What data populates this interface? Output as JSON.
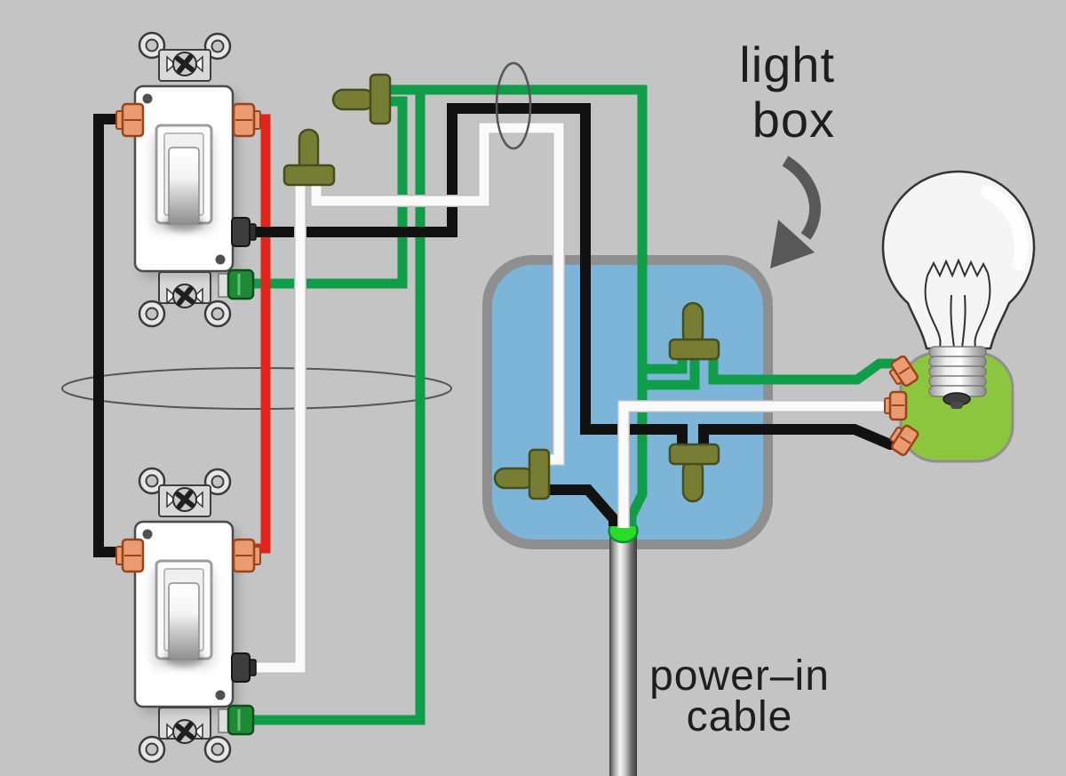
{
  "labels": {
    "light_box": {
      "line1": "light",
      "line2": "box"
    },
    "power_in_cable": {
      "line1": "power–in",
      "line2": "cable"
    }
  },
  "colors": {
    "background": "#c4c4c4",
    "wire_green": "#0f9d4a",
    "wire_red": "#e3241b",
    "wire_black": "#111111",
    "wire_white": "#fafafa",
    "wire_white_halo": "#bdbdbd",
    "box_fill": "#7cb5d8",
    "box_border": "#8f8f8f",
    "wire_nut_fill": "#777d33",
    "wire_nut_stroke": "#464e1d",
    "terminal_fill": "#eb9b72",
    "terminal_stroke": "#9a4218",
    "dark_terminal": "#3d3d3d",
    "green_terminal": "#1f8a35",
    "socket_green": "#8cc63e",
    "cable_tip_green": "#28dd28",
    "arrow_gray": "#585858",
    "label_text": "#1e1e1e",
    "ellipse_stroke": "#555555"
  }
}
